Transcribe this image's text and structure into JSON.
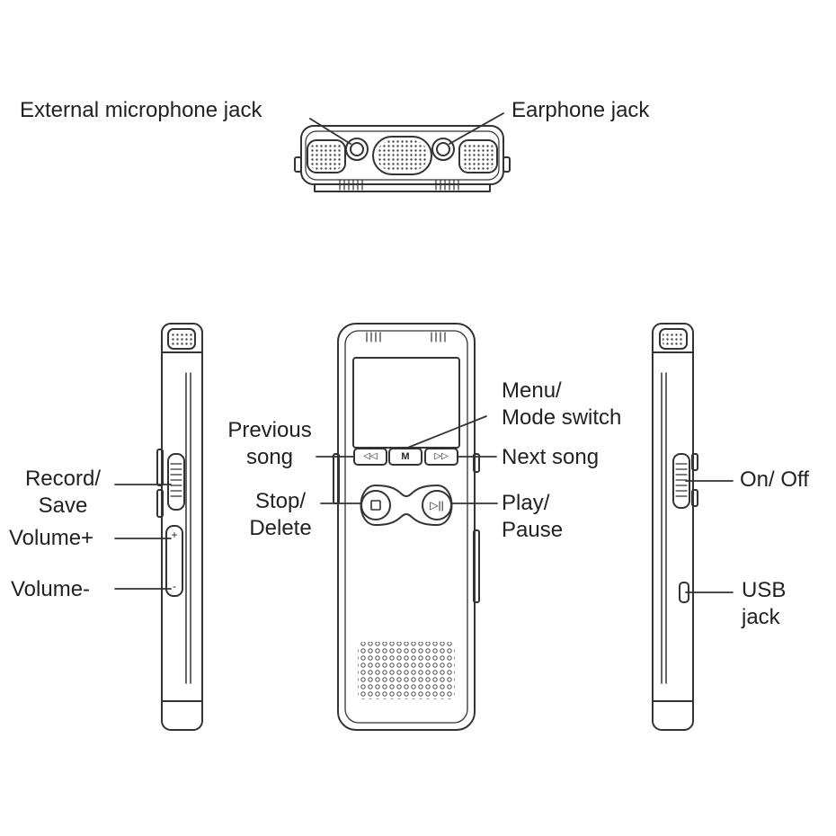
{
  "labels": {
    "external_mic_jack": "External microphone jack",
    "earphone_jack": "Earphone jack",
    "menu_line1": "Menu/",
    "menu_line2": "Mode switch",
    "previous_line1": "Previous",
    "previous_line2": "song",
    "next_song": "Next song",
    "stop_line1": "Stop/",
    "stop_line2": "Delete",
    "play_line1": "Play/",
    "play_line2": "Pause",
    "record_line1": "Record/",
    "record_line2": "Save",
    "volume_plus": "Volume+",
    "volume_minus": "Volume-",
    "on_off": "On/ Off",
    "usb_line1": "USB",
    "usb_line2": "jack"
  },
  "button_glyphs": {
    "rewind": "◁◁",
    "menu": "M",
    "forward": "▷▷",
    "plus": "+",
    "minus": "-"
  },
  "colors": {
    "line": "#333333",
    "text": "#222222",
    "background": "#ffffff"
  }
}
